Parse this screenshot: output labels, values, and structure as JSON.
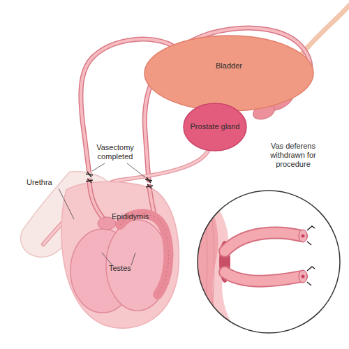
{
  "diagram": {
    "nodes": [
      {
        "text": [
          "Bladder"
        ]
      },
      {
        "text": [
          "Prostate gland"
        ]
      }
    ],
    "labels": [
      "Vasectomy completed",
      "Vas deferens withdrawn for procedure",
      "Urethra",
      "Epididymis",
      "Testes"
    ]
  }
}
